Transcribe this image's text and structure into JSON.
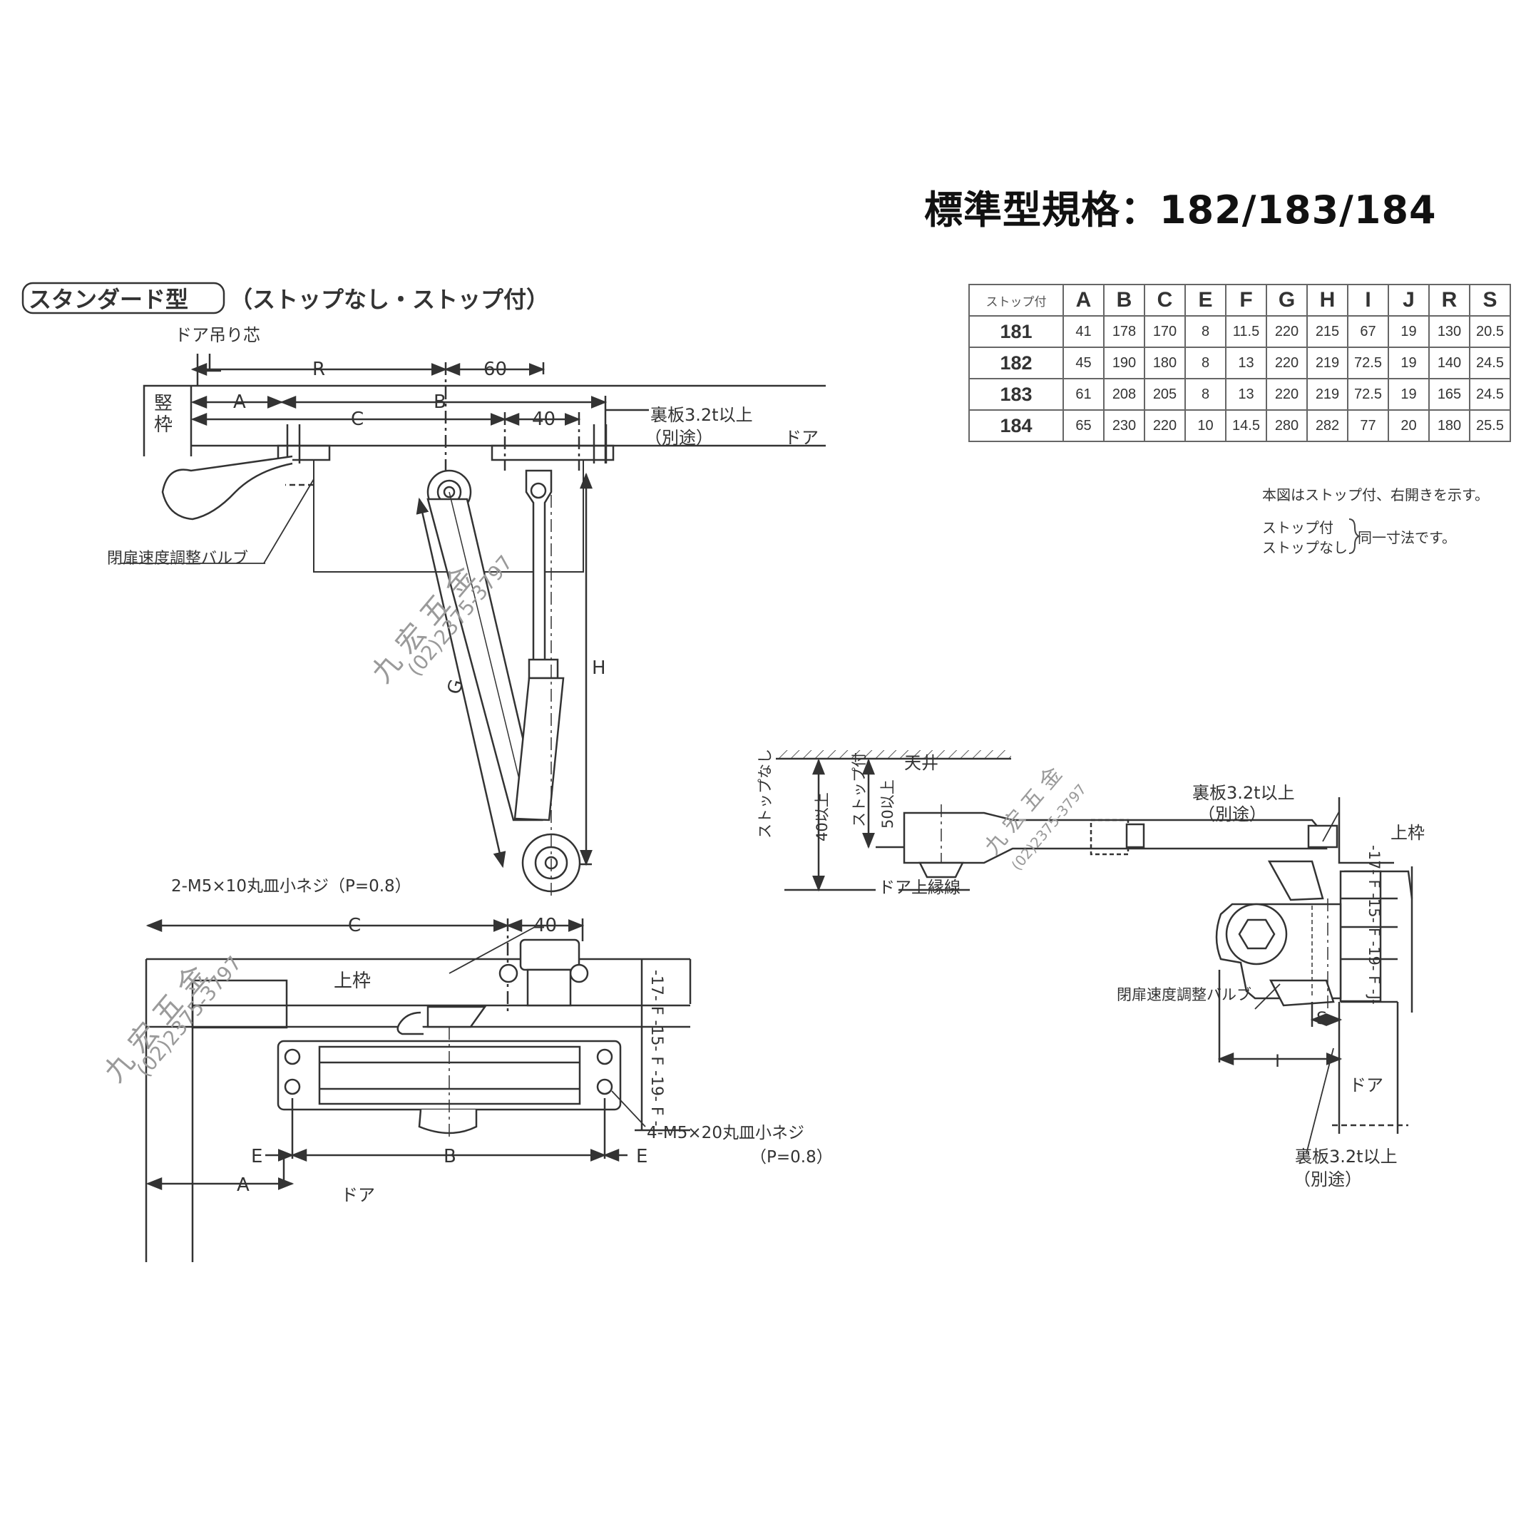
{
  "title": "標準型規格：182/183/184",
  "section_title": "スタンダード型",
  "section_subtitle": "（ストップなし・ストップ付）",
  "spec_table": {
    "corner_label": "ストップ付",
    "headers": [
      "A",
      "B",
      "C",
      "E",
      "F",
      "G",
      "H",
      "I",
      "J",
      "R",
      "S"
    ],
    "rows": [
      {
        "model": "181",
        "values": [
          "41",
          "178",
          "170",
          "8",
          "11.5",
          "220",
          "215",
          "67",
          "19",
          "130",
          "20.5"
        ]
      },
      {
        "model": "182",
        "values": [
          "45",
          "190",
          "180",
          "8",
          "13",
          "220",
          "219",
          "72.5",
          "19",
          "140",
          "24.5"
        ]
      },
      {
        "model": "183",
        "values": [
          "61",
          "208",
          "205",
          "8",
          "13",
          "220",
          "219",
          "72.5",
          "19",
          "165",
          "24.5"
        ]
      },
      {
        "model": "184",
        "values": [
          "65",
          "230",
          "220",
          "10",
          "14.5",
          "280",
          "282",
          "77",
          "20",
          "180",
          "25.5"
        ]
      }
    ]
  },
  "notes": {
    "note1": "本図はストップ付、右開きを示す。",
    "note2_a": "ストップ付",
    "note2_b": "ストップなし",
    "note2_c": "同一寸法です。"
  },
  "top_view": {
    "hinge_label": "ドア吊り芯",
    "jamb_label_1": "竪",
    "jamb_label_2": "枠",
    "dim_R": "R",
    "dim_60": "60",
    "dim_A": "A",
    "dim_B": "B",
    "dim_C": "C",
    "dim_40": "40",
    "dim_G": "G",
    "dim_H": "H",
    "backplate": "裏板3.2t以上",
    "separate": "（別途）",
    "door": "ドア",
    "valve": "閉扉速度調整バルブ"
  },
  "front_view": {
    "screw_top": "2-M5×10丸皿小ネジ（P=0.8）",
    "dim_C": "C",
    "dim_40": "40",
    "frame": "上枠",
    "vert_dims": "-17- F -15- F -19- F -",
    "screw_bottom": "4-M5×20丸皿小ネジ",
    "pitch": "（P=0.8）",
    "dim_E_left": "E",
    "dim_B": "B",
    "dim_E_right": "E",
    "dim_A": "A",
    "door": "ドア"
  },
  "side_view": {
    "ceiling": "天井",
    "no_stop": "ストップなし",
    "no_stop_dim": "40以上",
    "with_stop": "ストップ付",
    "with_stop_dim": "50以上",
    "door_top_line": "ドア上縁線",
    "backplate": "裏板3.2t以上",
    "separate": "（別途）",
    "frame": "上枠",
    "vert_dims": "-17- F -15- F -19- F -J-",
    "valve": "閉扉速度調整バルブ",
    "dim_S": "S",
    "dim_I": "I",
    "door": "ドア",
    "backplate_2": "裏板3.2t以上",
    "separate_2": "（別途）"
  },
  "watermark": {
    "name": "九 宏 五 金",
    "phone": "(02)2375-3797"
  }
}
